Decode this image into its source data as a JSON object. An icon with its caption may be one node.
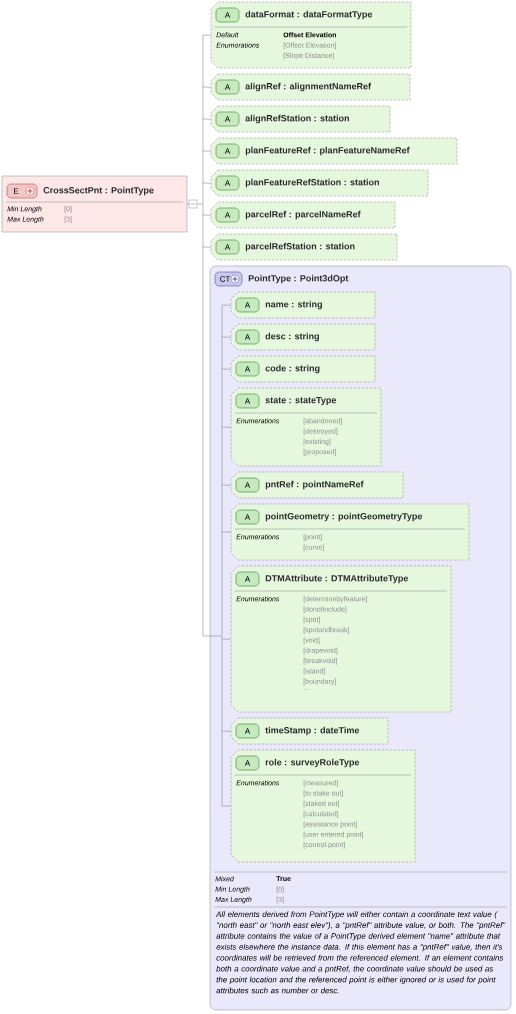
{
  "diagram": {
    "nodes": [
      {
        "text": [
          "E",
          "CrossSectPnt : PointType",
          "Min Length",
          "[0]",
          "Max Length",
          "[3]"
        ]
      },
      {
        "text": [
          "A",
          "dataFormat : dataFormatType",
          "Default",
          "Offset Elevation",
          "Enumerations",
          "[Offset Elevation]",
          "[Slope Distance]"
        ]
      },
      {
        "text": [
          "A",
          "alignRef : alignmentNameRef"
        ]
      },
      {
        "text": [
          "A",
          "alignRefStation : station"
        ]
      },
      {
        "text": [
          "A",
          "planFeatureRef : planFeatureNameRef"
        ]
      },
      {
        "text": [
          "A",
          "planFeatureRefStation : station"
        ]
      },
      {
        "text": [
          "A",
          "parcelRef : parcelNameRef"
        ]
      },
      {
        "text": [
          "A",
          "parcelRefStation : station"
        ]
      },
      {
        "text": [
          "CT",
          "PointType : Point3dOpt",
          "Mixed",
          "True",
          "Min Length",
          "[0]",
          "Max Length",
          "[3]",
          "All elements derived from PointType will either contain a coordinate text value ( \"north east\" or \"north east elev\"), a \"pntRef\" attribute value, or both. The \"pntRef\" attribute contains the value of a PointType derived element \"name\" attribute that exists elsewhere the instance data. If this element has a \"pntRef\" value, then it's coordinates will be retrieved from the referenced element. If an element contains both a coordinate value and a pntRef, the coordinate value should be used as the point location and the referenced point is either ignored or is used for point attributes such as number or desc."
        ]
      },
      {
        "text": [
          "A",
          "name : string"
        ],
        "in": 8
      },
      {
        "text": [
          "A",
          "desc : string"
        ],
        "in": 8
      },
      {
        "text": [
          "A",
          "code : string"
        ],
        "in": 8
      },
      {
        "text": [
          "A",
          "state : stateType",
          "Enumerations",
          "[abandoned]",
          "[destroyed]",
          "[existing]",
          "[proposed]"
        ],
        "in": 8
      },
      {
        "text": [
          "A",
          "pntRef : pointNameRef"
        ],
        "in": 8
      },
      {
        "text": [
          "A",
          "pointGeometry : pointGeometryType",
          "Enumerations",
          "[point]",
          "[curve]"
        ],
        "in": 8
      },
      {
        "text": [
          "A",
          "DTMAttribute : DTMAttributeType",
          "Enumerations",
          "[determinebyfeature]",
          "[donotinclude]",
          "[spot]",
          "[spotandbreak]",
          "[void]",
          "[drapevoid]",
          "[breakvoid]",
          "[island]",
          "[boundary]",
          "..."
        ],
        "in": 8
      },
      {
        "text": [
          "A",
          "timeStamp : dateTime"
        ],
        "in": 8
      },
      {
        "text": [
          "A",
          "role : surveyRoleType",
          "Enumerations",
          "[measured]",
          "[to stake out]",
          "[staked out]",
          "[calculated]",
          "[assistance point]",
          "[user entered point]",
          "[control point]"
        ],
        "in": 8
      }
    ],
    "edges": [
      {
        "from": 0,
        "to": 1,
        "arrow": "none"
      },
      {
        "from": 0,
        "to": 2,
        "arrow": "none"
      },
      {
        "from": 0,
        "to": 3,
        "arrow": "none"
      },
      {
        "from": 0,
        "to": 4,
        "arrow": "none"
      },
      {
        "from": 0,
        "to": 5,
        "arrow": "none"
      },
      {
        "from": 0,
        "to": 6,
        "arrow": "none"
      },
      {
        "from": 0,
        "to": 7,
        "arrow": "none"
      },
      {
        "from": 0,
        "to": 9,
        "arrow": "none"
      },
      {
        "from": 0,
        "to": 10,
        "arrow": "none"
      },
      {
        "from": 0,
        "to": 11,
        "arrow": "none"
      },
      {
        "from": 0,
        "to": 12,
        "arrow": "none"
      },
      {
        "from": 0,
        "to": 13,
        "arrow": "none"
      },
      {
        "from": 0,
        "to": 14,
        "arrow": "none"
      },
      {
        "from": 0,
        "to": 15,
        "arrow": "none"
      },
      {
        "from": 0,
        "to": 16,
        "arrow": "none"
      },
      {
        "from": 0,
        "to": 17,
        "arrow": "none"
      }
    ]
  }
}
